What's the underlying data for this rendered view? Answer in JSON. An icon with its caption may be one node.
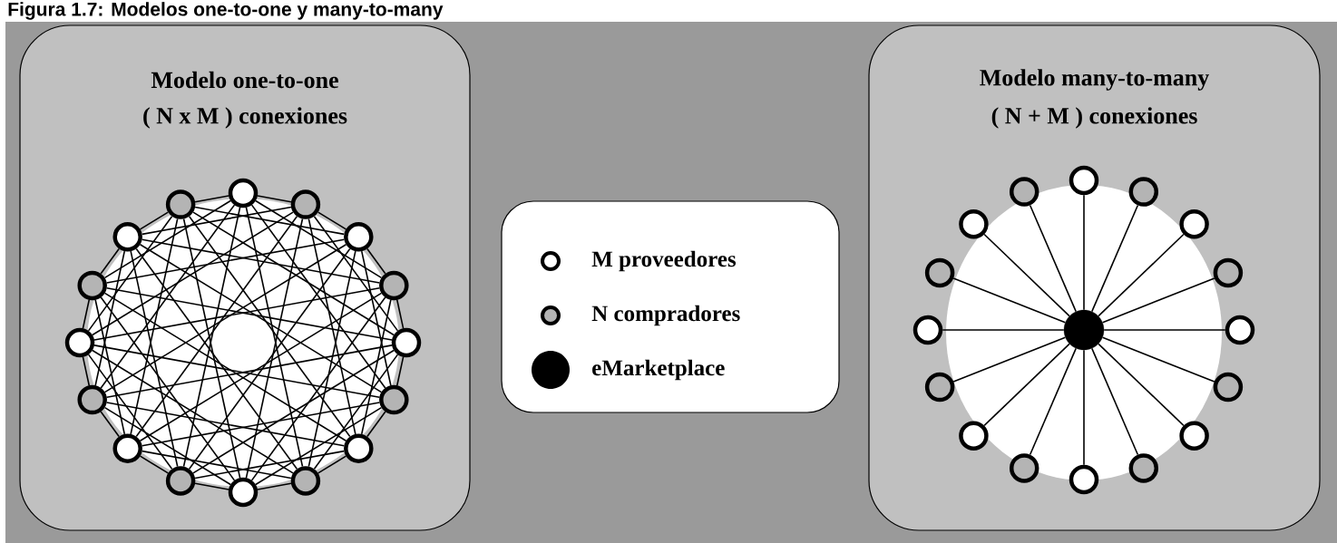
{
  "diagram": {
    "title": "Figura 1.7: Modelos one-to-one y many-to-many",
    "nodes": [
      {
        "text": [
          "Modelo one-to-one",
          "( N x M ) conexiones"
        ]
      },
      {
        "text": [],
        "shape": "circle",
        "in": 0
      },
      {
        "text": [],
        "shape": "circle",
        "in": 0
      },
      {
        "text": [],
        "shape": "circle",
        "in": 0
      },
      {
        "text": [],
        "shape": "circle",
        "in": 0
      },
      {
        "text": [],
        "shape": "circle",
        "in": 0
      },
      {
        "text": [],
        "shape": "circle",
        "in": 0
      },
      {
        "text": [],
        "shape": "circle",
        "in": 0
      },
      {
        "text": [],
        "shape": "circle",
        "in": 0
      },
      {
        "text": [],
        "shape": "circle",
        "in": 0
      },
      {
        "text": [],
        "shape": "circle",
        "in": 0
      },
      {
        "text": [],
        "shape": "circle",
        "in": 0
      },
      {
        "text": [],
        "shape": "circle",
        "in": 0
      },
      {
        "text": [],
        "shape": "circle",
        "in": 0
      },
      {
        "text": [],
        "shape": "circle",
        "in": 0
      },
      {
        "text": [],
        "shape": "circle",
        "in": 0
      },
      {
        "text": [],
        "shape": "circle",
        "in": 0
      },
      {
        "text": [
          "Modelo many-to-many",
          "( N + M ) conexiones"
        ]
      },
      {
        "text": [],
        "shape": "circle",
        "in": 17
      },
      {
        "text": [],
        "shape": "circle",
        "in": 17
      },
      {
        "text": [],
        "shape": "circle",
        "in": 17
      },
      {
        "text": [],
        "shape": "circle",
        "in": 17
      },
      {
        "text": [],
        "shape": "circle",
        "in": 17
      },
      {
        "text": [],
        "shape": "circle",
        "in": 17
      },
      {
        "text": [],
        "shape": "circle",
        "in": 17
      },
      {
        "text": [],
        "shape": "circle",
        "in": 17
      },
      {
        "text": [],
        "shape": "circle",
        "in": 17
      },
      {
        "text": [],
        "shape": "circle",
        "in": 17
      },
      {
        "text": [],
        "shape": "circle",
        "in": 17
      },
      {
        "text": [],
        "shape": "circle",
        "in": 17
      },
      {
        "text": [],
        "shape": "circle",
        "in": 17
      },
      {
        "text": [],
        "shape": "circle",
        "in": 17
      },
      {
        "text": [],
        "shape": "circle",
        "in": 17
      },
      {
        "text": [],
        "shape": "circle",
        "in": 17
      },
      {
        "text": [],
        "shape": "circle",
        "in": 17
      }
    ],
    "edges": [
      {
        "from": 1,
        "to": 2,
        "arrow": "none"
      },
      {
        "from": 1,
        "to": 4,
        "arrow": "none"
      },
      {
        "from": 1,
        "to": 6,
        "arrow": "none"
      },
      {
        "from": 1,
        "to": 8,
        "arrow": "none"
      },
      {
        "from": 1,
        "to": 10,
        "arrow": "none"
      },
      {
        "from": 1,
        "to": 12,
        "arrow": "none"
      },
      {
        "from": 1,
        "to": 14,
        "arrow": "none"
      },
      {
        "from": 1,
        "to": 16,
        "arrow": "none"
      },
      {
        "from": 2,
        "to": 3,
        "arrow": "none"
      },
      {
        "from": 2,
        "to": 5,
        "arrow": "none"
      },
      {
        "from": 2,
        "to": 7,
        "arrow": "none"
      },
      {
        "from": 2,
        "to": 9,
        "arrow": "none"
      },
      {
        "from": 2,
        "to": 11,
        "arrow": "none"
      },
      {
        "from": 2,
        "to": 13,
        "arrow": "none"
      },
      {
        "from": 2,
        "to": 15,
        "arrow": "none"
      },
      {
        "from": 3,
        "to": 4,
        "arrow": "none"
      },
      {
        "from": 3,
        "to": 6,
        "arrow": "none"
      },
      {
        "from": 3,
        "to": 8,
        "arrow": "none"
      },
      {
        "from": 3,
        "to": 10,
        "arrow": "none"
      },
      {
        "from": 3,
        "to": 12,
        "arrow": "none"
      },
      {
        "from": 3,
        "to": 14,
        "arrow": "none"
      },
      {
        "from": 3,
        "to": 16,
        "arrow": "none"
      },
      {
        "from": 4,
        "to": 5,
        "arrow": "none"
      },
      {
        "from": 4,
        "to": 7,
        "arrow": "none"
      },
      {
        "from": 4,
        "to": 9,
        "arrow": "none"
      },
      {
        "from": 4,
        "to": 11,
        "arrow": "none"
      },
      {
        "from": 4,
        "to": 13,
        "arrow": "none"
      },
      {
        "from": 4,
        "to": 15,
        "arrow": "none"
      },
      {
        "from": 5,
        "to": 6,
        "arrow": "none"
      },
      {
        "from": 5,
        "to": 8,
        "arrow": "none"
      },
      {
        "from": 5,
        "to": 10,
        "arrow": "none"
      },
      {
        "from": 5,
        "to": 12,
        "arrow": "none"
      },
      {
        "from": 5,
        "to": 14,
        "arrow": "none"
      },
      {
        "from": 5,
        "to": 16,
        "arrow": "none"
      },
      {
        "from": 6,
        "to": 7,
        "arrow": "none"
      },
      {
        "from": 6,
        "to": 9,
        "arrow": "none"
      },
      {
        "from": 6,
        "to": 11,
        "arrow": "none"
      },
      {
        "from": 6,
        "to": 13,
        "arrow": "none"
      },
      {
        "from": 6,
        "to": 15,
        "arrow": "none"
      },
      {
        "from": 7,
        "to": 8,
        "arrow": "none"
      },
      {
        "from": 7,
        "to": 10,
        "arrow": "none"
      },
      {
        "from": 7,
        "to": 12,
        "arrow": "none"
      },
      {
        "from": 7,
        "to": 14,
        "arrow": "none"
      },
      {
        "from": 7,
        "to": 16,
        "arrow": "none"
      },
      {
        "from": 8,
        "to": 9,
        "arrow": "none"
      },
      {
        "from": 8,
        "to": 11,
        "arrow": "none"
      },
      {
        "from": 8,
        "to": 13,
        "arrow": "none"
      },
      {
        "from": 8,
        "to": 15,
        "arrow": "none"
      },
      {
        "from": 9,
        "to": 10,
        "arrow": "none"
      },
      {
        "from": 9,
        "to": 12,
        "arrow": "none"
      },
      {
        "from": 9,
        "to": 14,
        "arrow": "none"
      },
      {
        "from": 9,
        "to": 16,
        "arrow": "none"
      },
      {
        "from": 10,
        "to": 11,
        "arrow": "none"
      },
      {
        "from": 10,
        "to": 13,
        "arrow": "none"
      },
      {
        "from": 10,
        "to": 15,
        "arrow": "none"
      },
      {
        "from": 11,
        "to": 12,
        "arrow": "none"
      },
      {
        "from": 11,
        "to": 14,
        "arrow": "none"
      },
      {
        "from": 11,
        "to": 16,
        "arrow": "none"
      },
      {
        "from": 12,
        "to": 13,
        "arrow": "none"
      },
      {
        "from": 12,
        "to": 15,
        "arrow": "none"
      },
      {
        "from": 13,
        "to": 14,
        "arrow": "none"
      },
      {
        "from": 13,
        "to": 16,
        "arrow": "none"
      },
      {
        "from": 14,
        "to": 15,
        "arrow": "none"
      },
      {
        "from": 15,
        "to": 16,
        "arrow": "none"
      },
      {
        "from": 18,
        "to": 19,
        "arrow": "none"
      },
      {
        "from": 18,
        "to": 20,
        "arrow": "none"
      },
      {
        "from": 18,
        "to": 21,
        "arrow": "none"
      },
      {
        "from": 18,
        "to": 22,
        "arrow": "none"
      },
      {
        "from": 18,
        "to": 23,
        "arrow": "none"
      },
      {
        "from": 18,
        "to": 24,
        "arrow": "none"
      },
      {
        "from": 18,
        "to": 25,
        "arrow": "none"
      },
      {
        "from": 18,
        "to": 26,
        "arrow": "none"
      },
      {
        "from": 18,
        "to": 27,
        "arrow": "none"
      },
      {
        "from": 18,
        "to": 28,
        "arrow": "none"
      },
      {
        "from": 18,
        "to": 29,
        "arrow": "none"
      },
      {
        "from": 18,
        "to": 30,
        "arrow": "none"
      },
      {
        "from": 18,
        "to": 31,
        "arrow": "none"
      },
      {
        "from": 18,
        "to": 32,
        "arrow": "none"
      },
      {
        "from": 18,
        "to": 33,
        "arrow": "none"
      },
      {
        "from": 18,
        "to": 34,
        "arrow": "none"
      }
    ],
    "legend": [
      {
        "text": "M proveedores"
      },
      {
        "text": "N compradores"
      },
      {
        "text": "eMarketplace",
        "color": "#000000"
      }
    ]
  }
}
